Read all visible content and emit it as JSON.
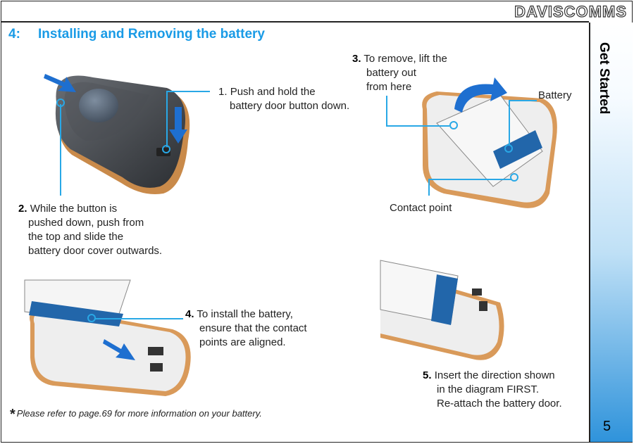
{
  "brand": "DAVISCOMMS",
  "sidebar": {
    "label": "Get Started",
    "page_number": "5"
  },
  "heading": {
    "number": "4:",
    "title": "Installing and Removing the battery"
  },
  "steps": {
    "s1": {
      "num": "1.",
      "line1": "Push and hold the",
      "line2": "battery door button down."
    },
    "s2": {
      "num": "2.",
      "line1": "While the button is",
      "line2": "pushed down, push from",
      "line3": "the top and slide the",
      "line4": "battery door cover outwards."
    },
    "s3": {
      "num": "3.",
      "line1": "To remove, lift the",
      "line2": "battery out",
      "line3": "from here"
    },
    "s4": {
      "num": "4.",
      "line1": "To install the battery,",
      "line2": "ensure that the contact",
      "line3": "points are aligned."
    },
    "s5": {
      "num": "5.",
      "line1": "Insert the direction shown",
      "line2": "in the diagram FIRST.",
      "line3": "Re-attach the battery door."
    }
  },
  "labels": {
    "battery": "Battery",
    "contact_point": "Contact point"
  },
  "footnote": {
    "star": "*",
    "text": "Please refer to page.69 for more information on your battery."
  },
  "colors": {
    "accent": "#1a9be6",
    "callout": "#29a8e6",
    "arrow": "#1e6fd0",
    "sidebar_bottom": "#2f93db"
  }
}
